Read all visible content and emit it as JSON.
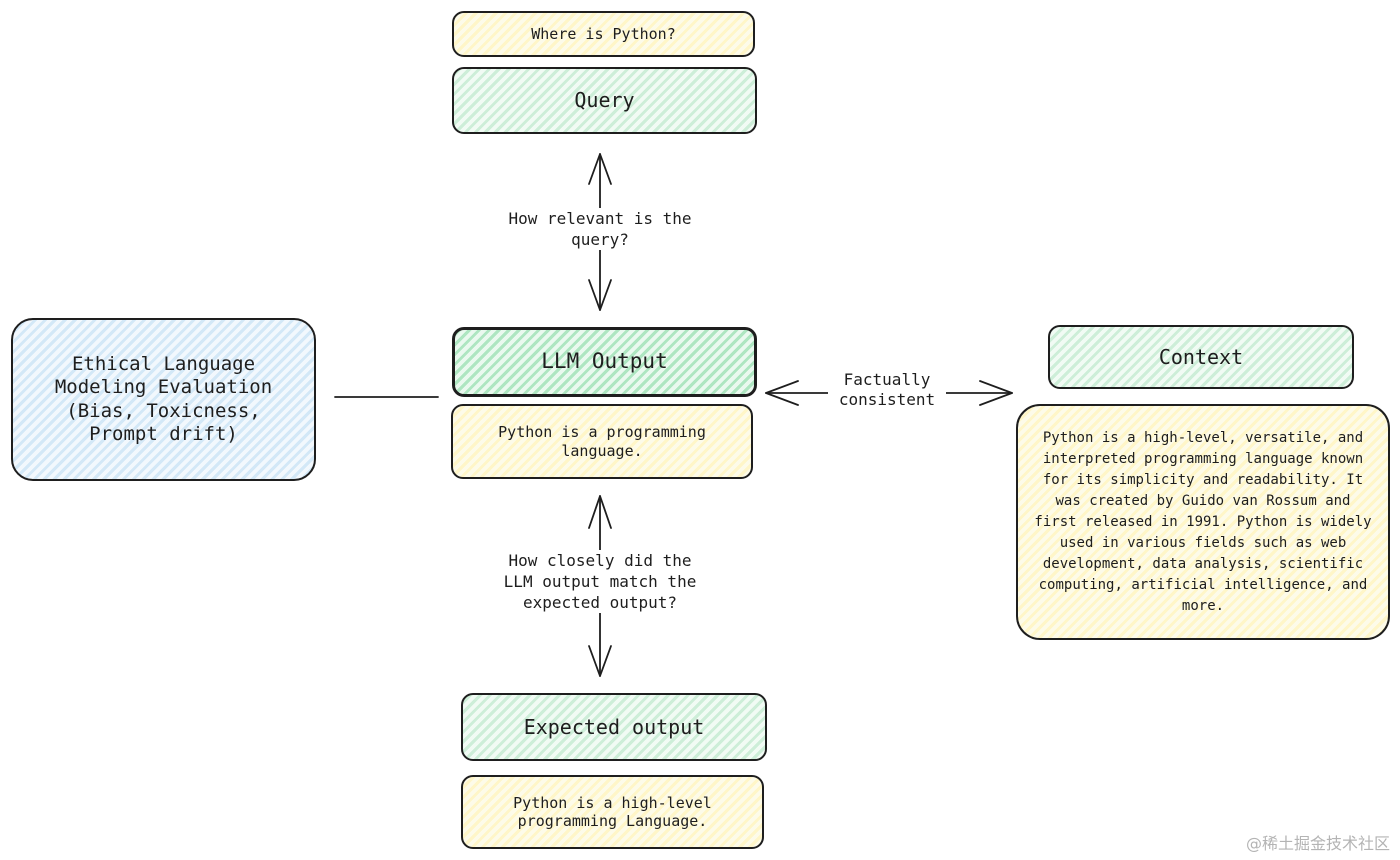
{
  "query_example": "Where is Python?",
  "query_title": "Query",
  "relevance_label": "How relevant is the query?",
  "llm_output_title": "LLM Output",
  "llm_output_example": "Python is a programming language.",
  "match_label": "How closely did the LLM output match the expected output?",
  "expected_title": "Expected output",
  "expected_example": "Python is a high-level programming Language.",
  "ethical_title": "Ethical Language Modeling Evaluation",
  "ethical_subtitle": "(Bias, Toxicness, Prompt drift)",
  "context_title": "Context",
  "context_text": "Python is a high-level, versatile, and interpreted programming language known for its simplicity and readability. It was created by Guido van Rossum and first released in 1991. Python is widely used in various fields such as web development, data analysis, scientific computing, artificial intelligence, and more.",
  "consistency_label": "Factually consistent",
  "watermark": "@稀土掘金技术社区"
}
